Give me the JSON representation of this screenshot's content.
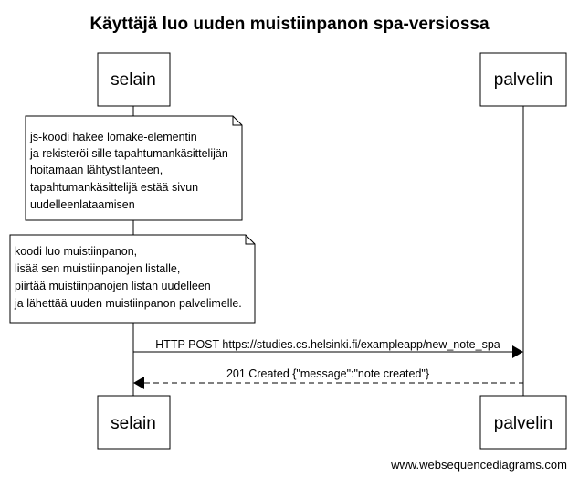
{
  "diagram": {
    "title": "Käyttäjä luo uuden muistiinpanon spa-versiossa",
    "participants": [
      {
        "id": "browser",
        "label": "selain"
      },
      {
        "id": "server",
        "label": "palvelin"
      }
    ],
    "notes": [
      {
        "over": "browser",
        "lines": [
          "js-koodi hakee lomake-elementin",
          "ja rekisteröi sille tapahtumankäsittelijän",
          "hoitamaan lähtystilanteen,",
          "tapahtumankäsittelijä estää sivun",
          "uudelleenlataamisen"
        ]
      },
      {
        "over": "browser",
        "lines": [
          "koodi luo muistiinpanon,",
          "lisää sen muistiinpanojen listalle,",
          "piirtää  muistiinpanojen listan uudelleen",
          "ja lähettää uuden muistiinpanon palvelimelle."
        ]
      }
    ],
    "messages": [
      {
        "from": "browser",
        "to": "server",
        "label": "HTTP POST https://studies.cs.helsinki.fi/exampleapp/new_note_spa",
        "style": "solid"
      },
      {
        "from": "server",
        "to": "browser",
        "label": "201 Created {\"message\":\"note created\"}",
        "style": "dashed"
      }
    ],
    "footer": "www.websequencediagrams.com"
  }
}
